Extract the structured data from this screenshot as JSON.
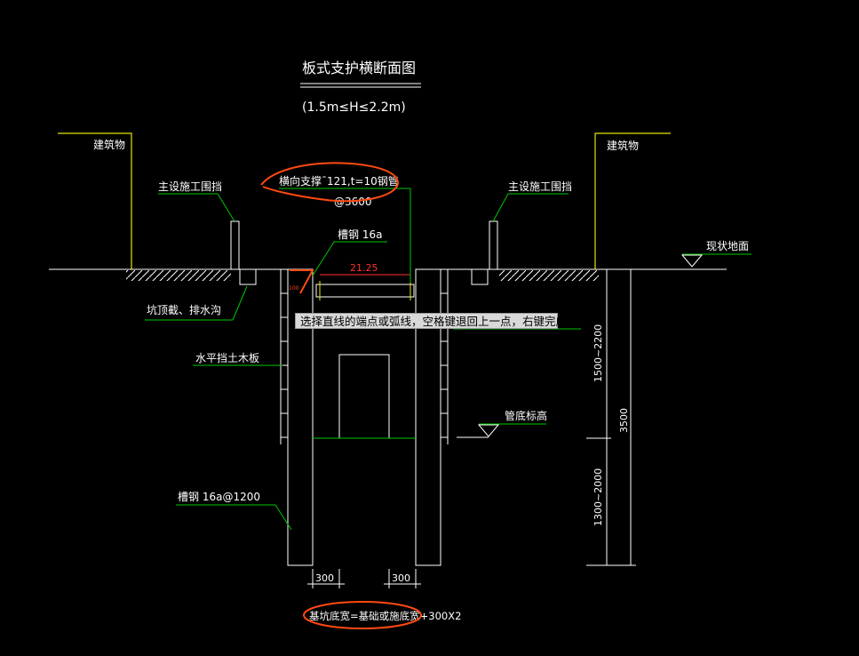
{
  "drawing": {
    "title": "板式支护横断面图",
    "subtitle": "(1.5m≤H≤2.2m)",
    "labels": {
      "building_left": "建筑物",
      "building_right": "建筑物",
      "fence_left": "主设施工围挡",
      "fence_right": "主设施工围挡",
      "strut": "横向支撑¯121,t=10钢管",
      "strut_spacing": "@3600",
      "channel_top": "槽钢 16a",
      "strut_length": "21.25",
      "ground_existing": "现状地面",
      "ditch": "坑顶截、排水沟",
      "lagging": "水平挡土木板",
      "pipe_elevation": "管底标高",
      "channel_pile": "槽钢 16a@1200",
      "dim_left_300": "300",
      "dim_right_300": "300",
      "bottom_note": "基坑底宽=基础或施底宽+300X2",
      "dim_upper": "1500~2200",
      "dim_lower": "1300~2000",
      "dim_total": "3500",
      "hidden_note": "钢",
      "small_mark": "100"
    }
  },
  "command_prompt": {
    "text": "选择直线的端点或弧线，空格键退回上一点，右键完成"
  },
  "colors": {
    "background": "#000000",
    "linework": "#ffffff",
    "leaders": "#00c800",
    "buildings": "#e6e600",
    "markup": "#ff4a12",
    "dimension_red": "#ff3030"
  }
}
